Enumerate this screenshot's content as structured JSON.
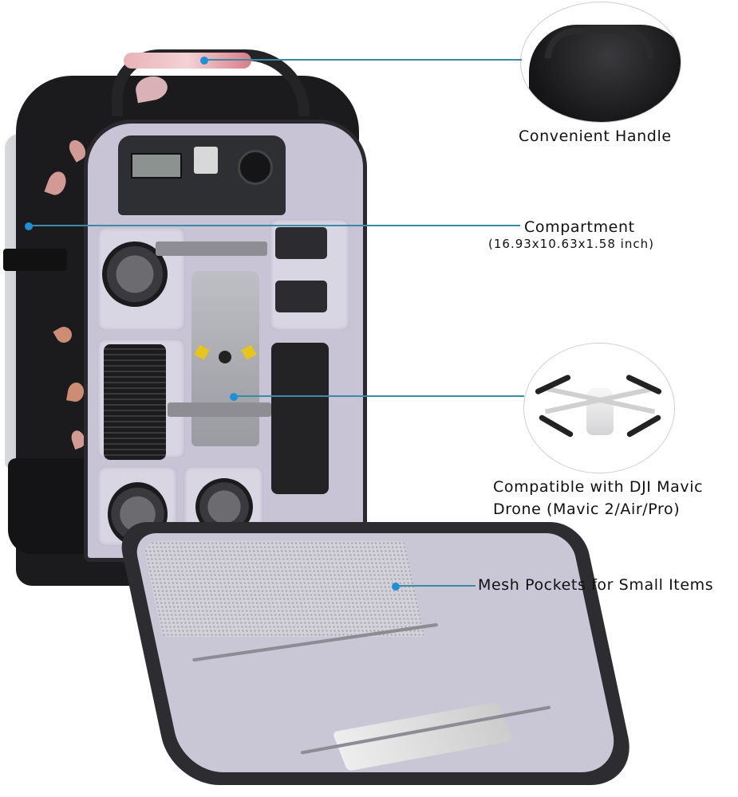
{
  "features": [
    {
      "id": "handle",
      "title": "Convenient Handle",
      "subtitle": "",
      "inset": "handle-closeup"
    },
    {
      "id": "compartment",
      "title": "Compartment",
      "subtitle": "(16.93x10.63x1.58 inch)",
      "inset": ""
    },
    {
      "id": "drone",
      "title_line1": "Compatible with DJI Mavic",
      "title_line2": "Drone (Mavic 2/Air/Pro)",
      "inset": "dji-mini-drone"
    },
    {
      "id": "mesh",
      "title": "Mesh Pockets for Small Items",
      "subtitle": "",
      "inset": ""
    }
  ],
  "colors": {
    "callout_line": "#3b8aa6",
    "callout_dot": "#1e90d6",
    "lining": "#c8c4d6",
    "body": "#1b1a1c",
    "floral_pink": "#e6a9a2"
  },
  "product": {
    "name": "camera backpack",
    "icons": [
      "camera-icon",
      "lens-icon",
      "drone-icon",
      "battery-icon",
      "flash-icon",
      "tablet-icon"
    ]
  }
}
